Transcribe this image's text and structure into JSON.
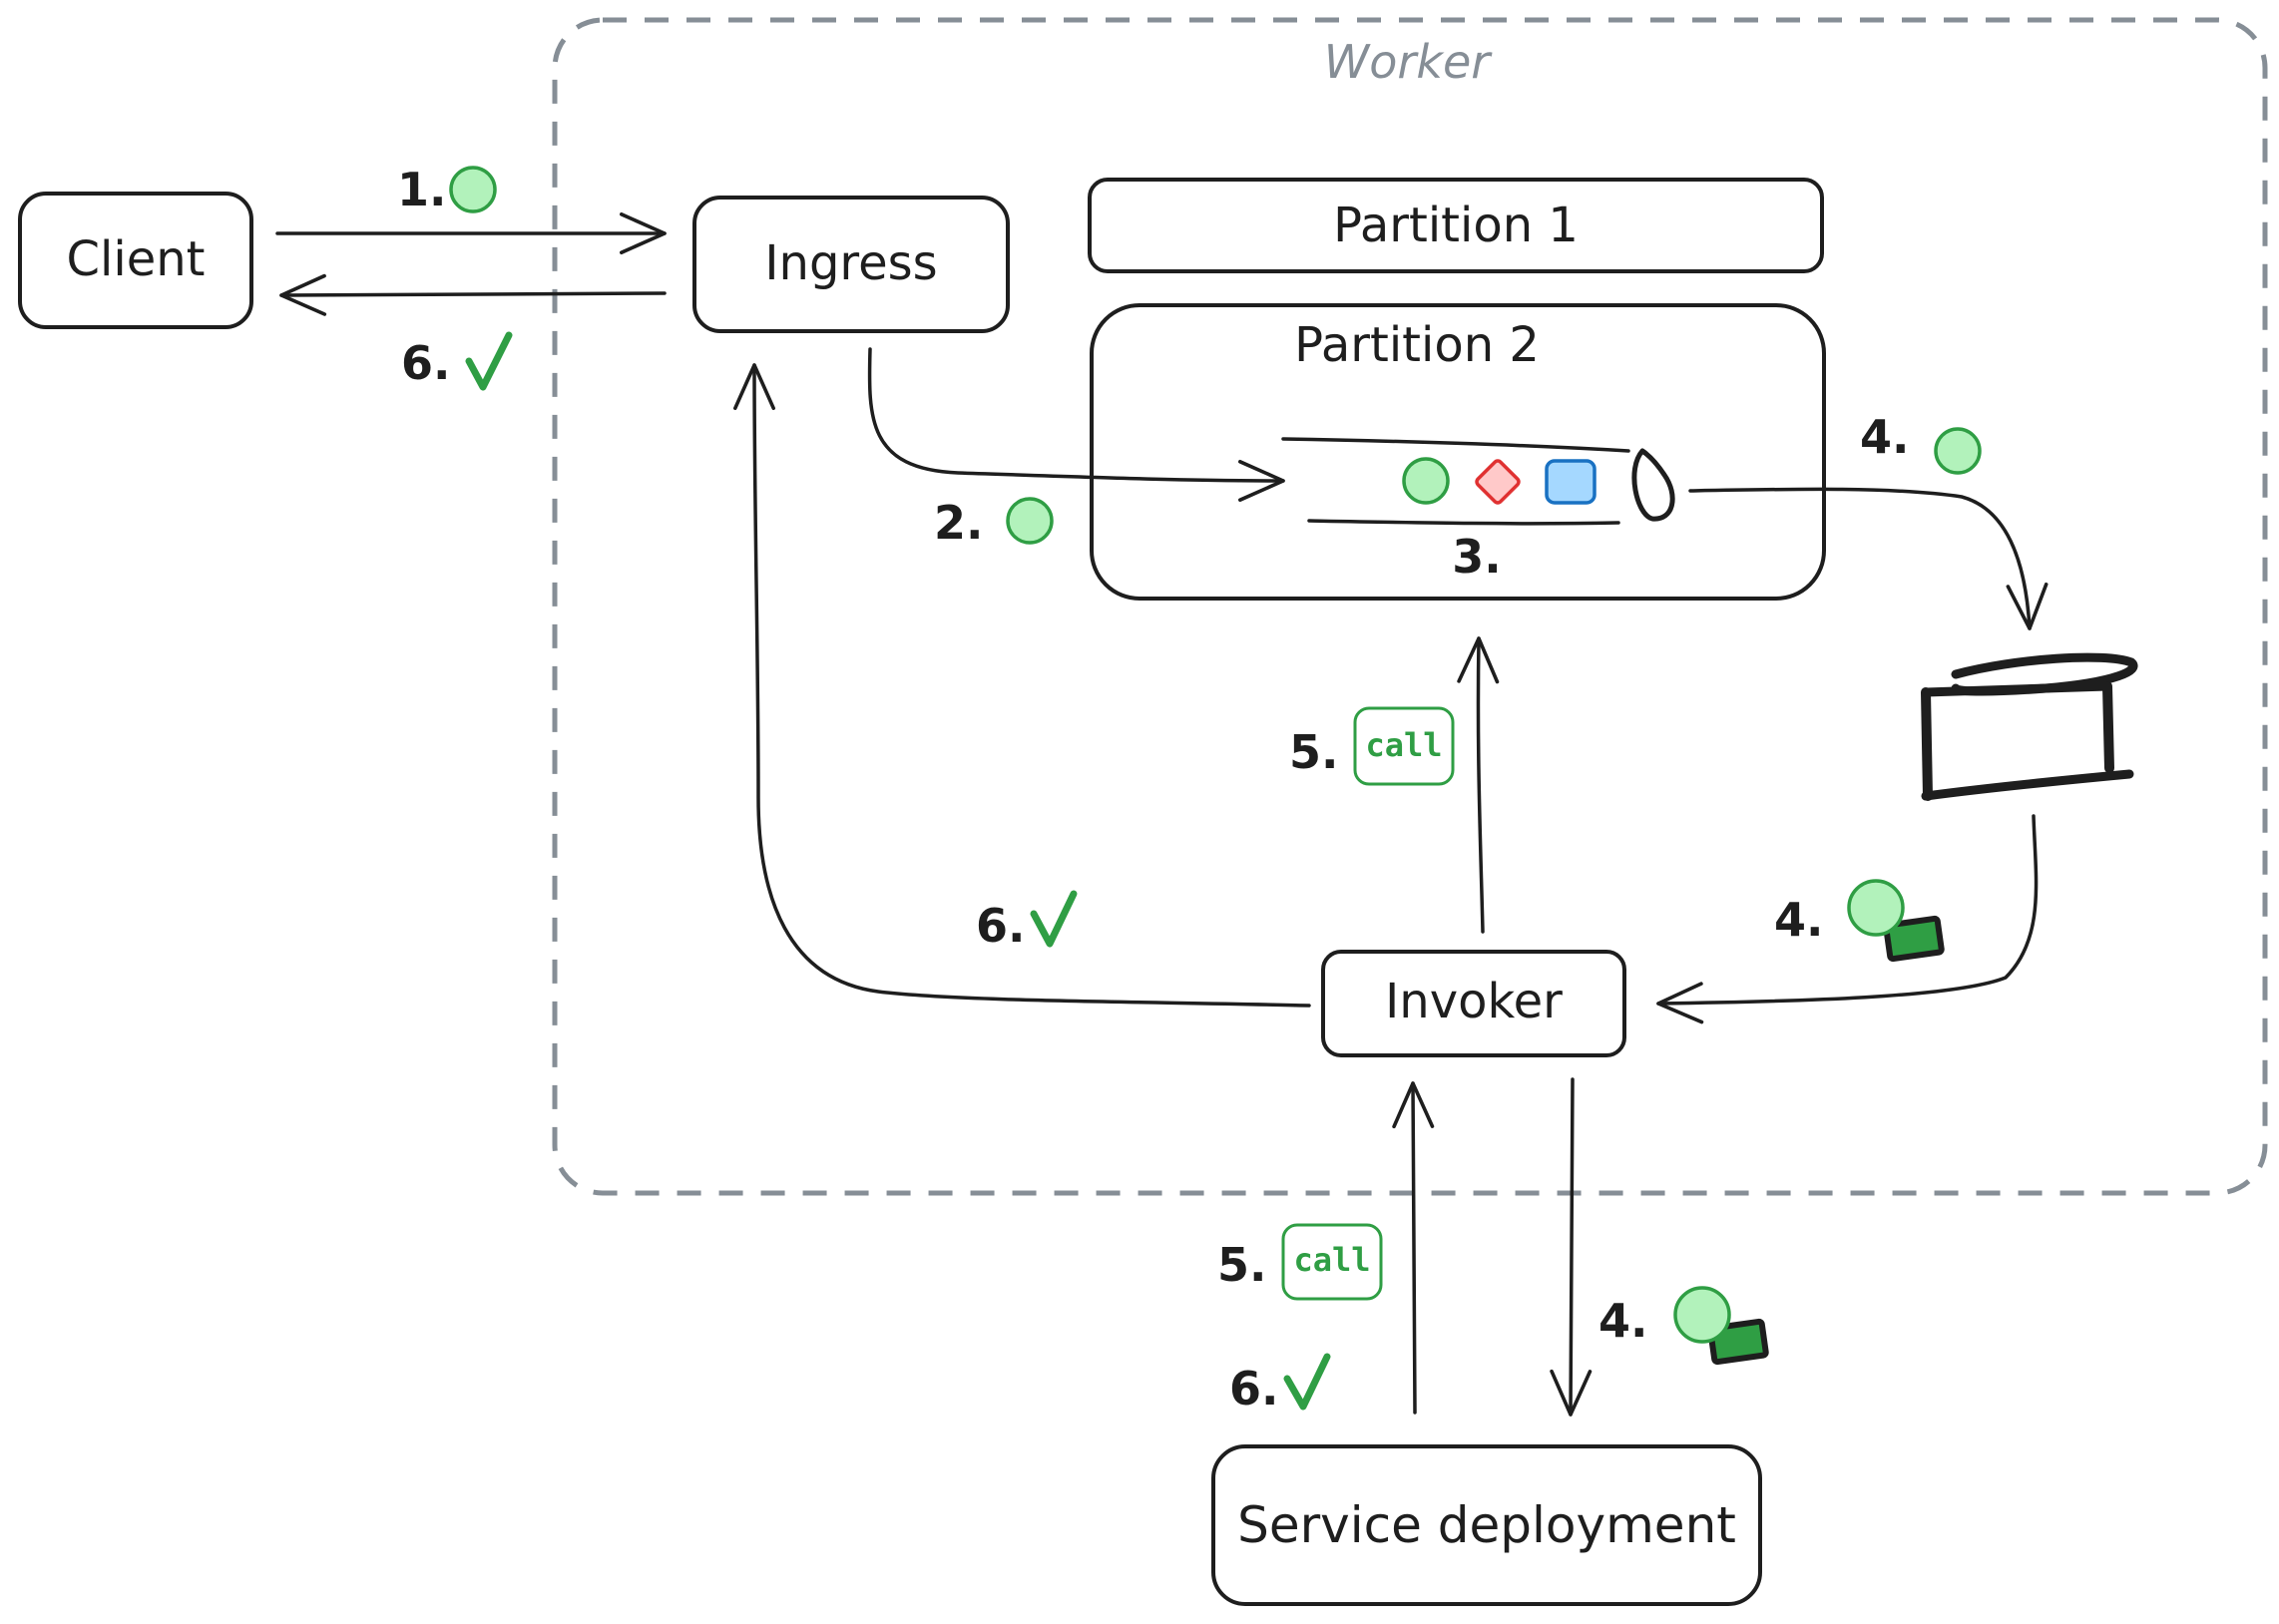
{
  "worker": {
    "label": "Worker"
  },
  "nodes": {
    "client": "Client",
    "ingress": "Ingress",
    "partition1": "Partition 1",
    "partition2": "Partition 2",
    "invoker": "Invoker",
    "service": "Service deployment"
  },
  "steps": {
    "s1": "1.",
    "s2": "2.",
    "s3": "3.",
    "s4_top": "4.",
    "s4_invoker": "4.",
    "s4_service": "4.",
    "s5_inner": "5.",
    "s5_outer": "5.",
    "s6_client": "6.",
    "s6_ingress": "6.",
    "s6_service": "6."
  },
  "tags": {
    "call_inner": "call",
    "call_outer": "call"
  },
  "icons": {
    "message": "green-circle-icon",
    "success": "checkmark-icon",
    "state": "green-block-icon",
    "journal_entry_red": "red-diamond-icon",
    "journal_entry_blue": "blue-square-icon",
    "storage": "storage-cylinder-icon"
  },
  "colors": {
    "message_fill": "#b2f2bb",
    "message_stroke": "#2f9e44",
    "success": "#2f9e44",
    "red_entry_fill": "#ffc9c9",
    "red_entry_stroke": "#e03131",
    "blue_entry_fill": "#a5d8ff",
    "blue_entry_stroke": "#1971c2",
    "worker_border": "#868e96",
    "state_fill": "#2f9e44"
  }
}
